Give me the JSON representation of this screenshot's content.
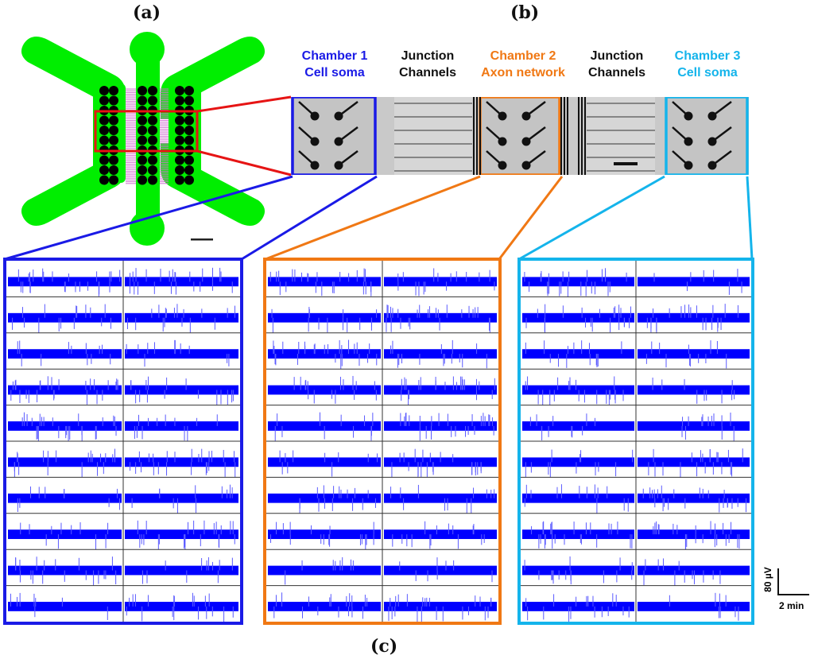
{
  "panels": {
    "a_label": "(a)",
    "b_label": "(b)",
    "c_label": "(c)"
  },
  "chambers": [
    {
      "id": "chamber1",
      "line1": "Chamber 1",
      "line2": "Cell soma",
      "color": "#1a1ae6"
    },
    {
      "id": "junction1",
      "line1": "Junction",
      "line2": "Channels",
      "color": "#111111"
    },
    {
      "id": "chamber2",
      "line1": "Chamber 2",
      "line2": "Axon network",
      "color": "#f07814"
    },
    {
      "id": "junction2",
      "line1": "Junction",
      "line2": "Channels",
      "color": "#111111"
    },
    {
      "id": "chamber3",
      "line1": "Chamber 3",
      "line2": "Cell soma",
      "color": "#14b4eb"
    }
  ],
  "colors": {
    "device_green": "#00ee00",
    "electrode_black": "#000000",
    "junction_pink": "#d070d0",
    "zoom_box_red": "#e61414",
    "trace_blue": "#0000ff"
  },
  "trace_grids": [
    {
      "chamber": "Chamber 1",
      "rows": 10,
      "cols": 2,
      "color": "#1a1ae6"
    },
    {
      "chamber": "Chamber 2",
      "rows": 10,
      "cols": 2,
      "color": "#f07814"
    },
    {
      "chamber": "Chamber 3",
      "rows": 10,
      "cols": 2,
      "color": "#14b4eb"
    }
  ],
  "scale_bar": {
    "vertical_label": "80 µV",
    "horizontal_label": "2 min"
  }
}
